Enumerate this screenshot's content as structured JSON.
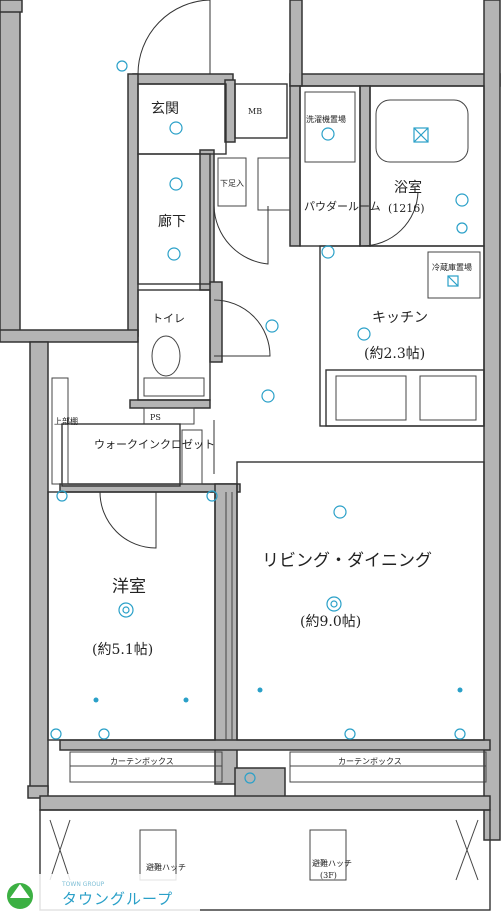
{
  "rooms": {
    "entrance": "玄関",
    "mb": "MB",
    "corridor": "廊下",
    "shoe_storage": "下足入",
    "toilet": "トイレ",
    "powder_room": "パウダールーム",
    "bath": "浴室",
    "bath_size": "(1216)",
    "kitchen": "キッチン",
    "kitchen_size": "(約2.3帖)",
    "fridge": "冷蔵庫置場",
    "washer": "洗濯機置場",
    "living_dining": "リビング・ダイニング",
    "living_size": "(約9.0帖)",
    "western_room": "洋室",
    "western_size": "(約5.1帖)",
    "walk_in_closet": "ウォークインクロゼット",
    "ps": "PS",
    "storage": "上部棚",
    "curtain_box": "カーテンボックス",
    "hatch_left": "避難ハッチ",
    "hatch_right": "避難ハッチ",
    "hatch_floor": "(3F)"
  },
  "logo": {
    "name": "タウングループ",
    "sub": "TOWN GROUP"
  },
  "colors": {
    "wall_fill": "#b4b4b4",
    "symbol": "#2aa0c8"
  }
}
